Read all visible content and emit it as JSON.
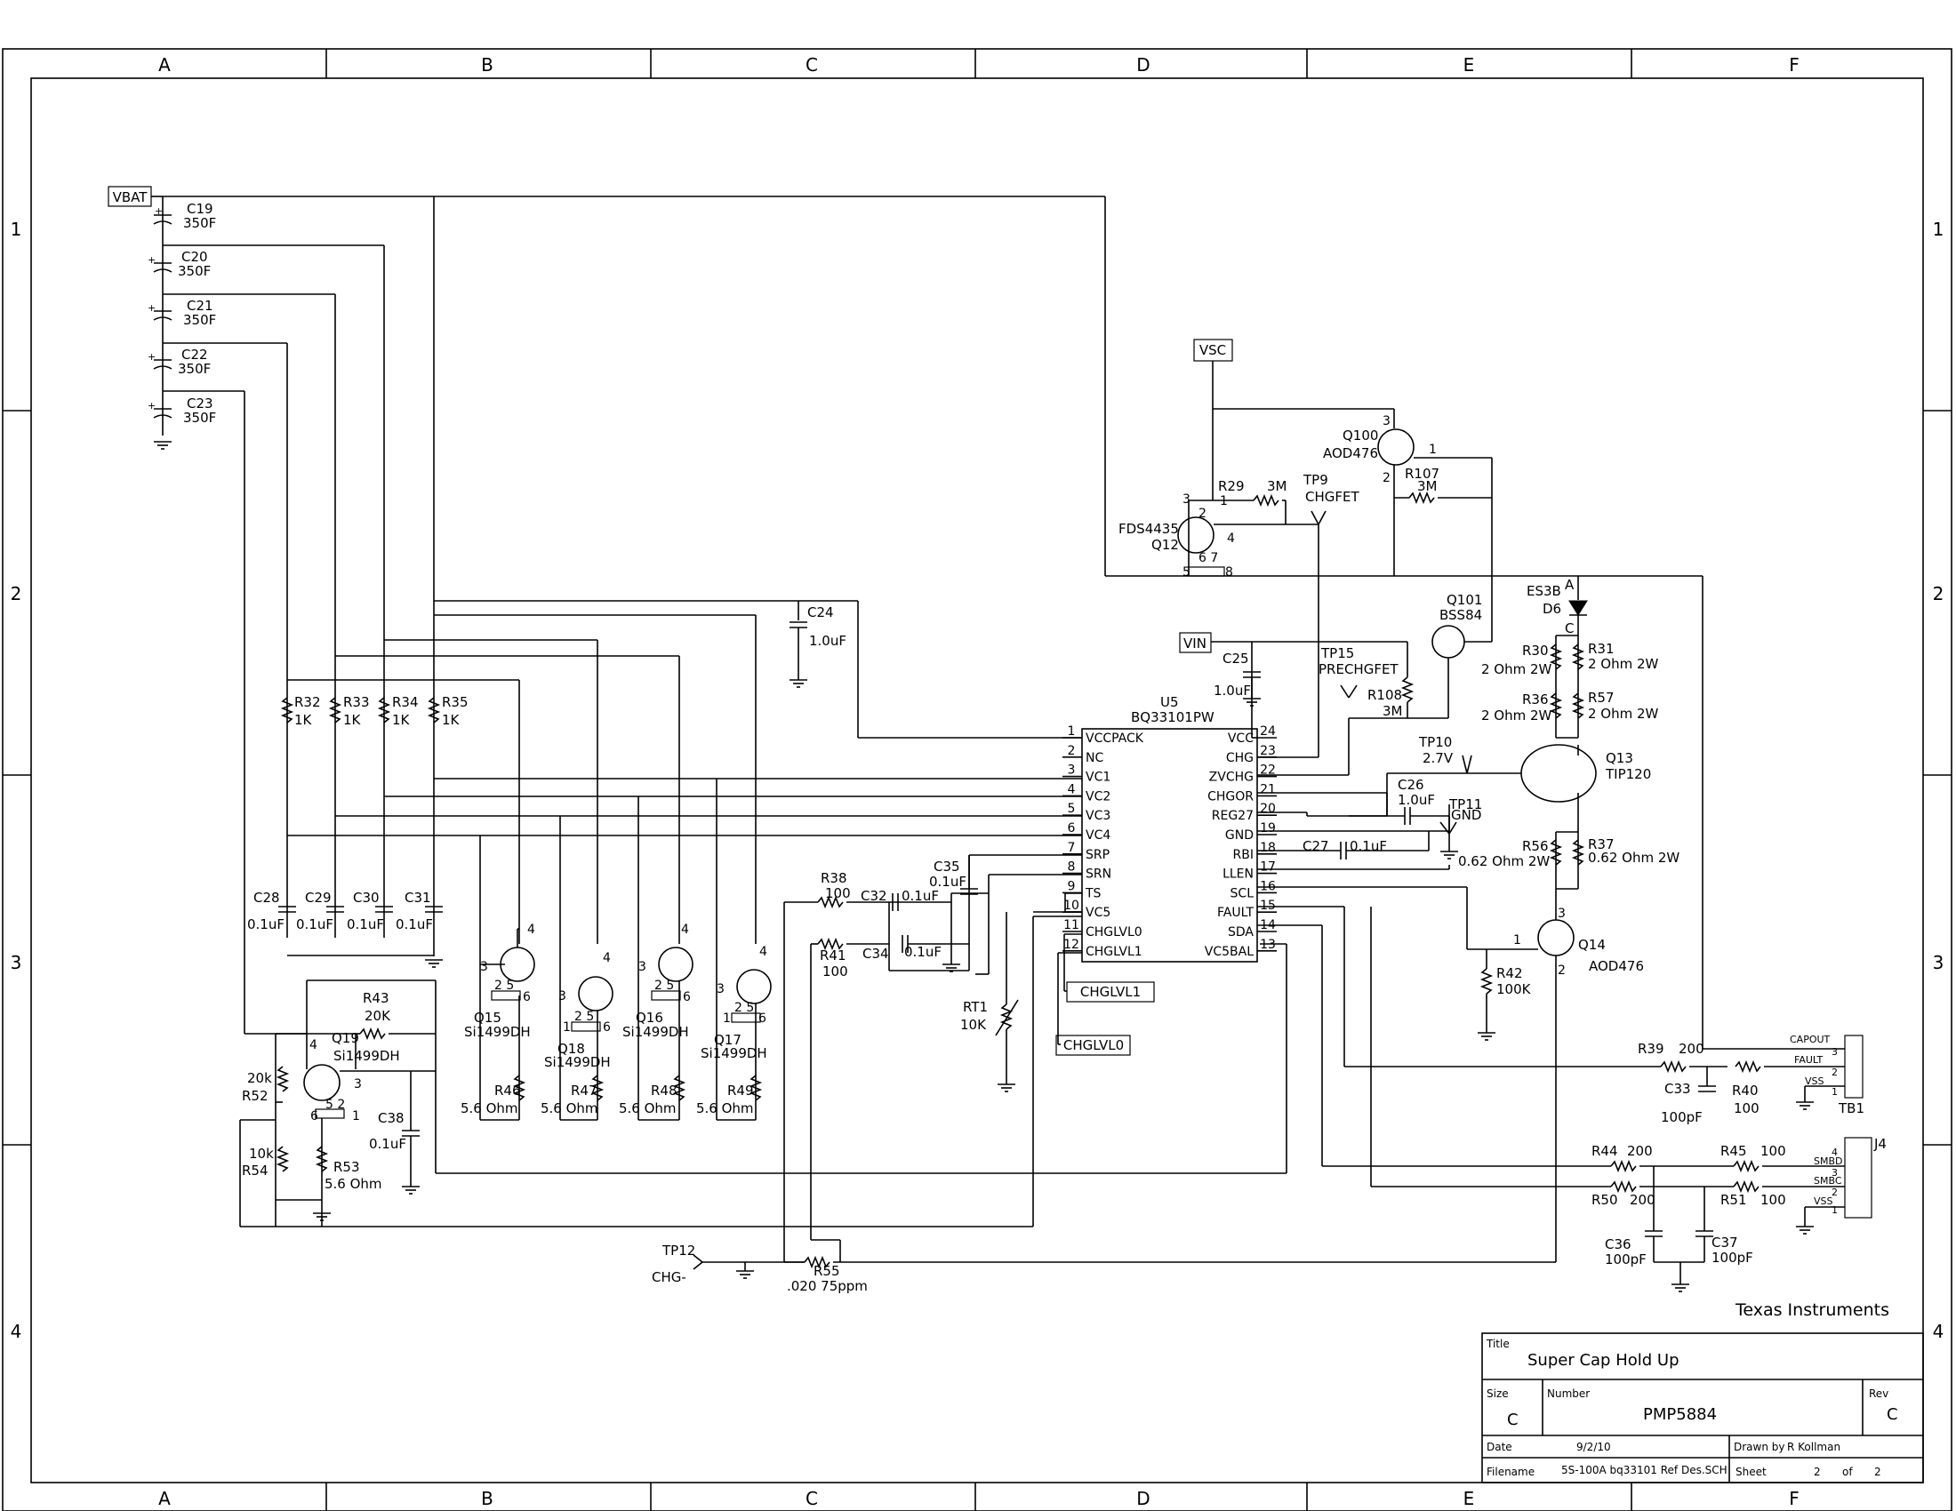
{
  "border": {
    "cols": [
      "A",
      "B",
      "C",
      "D",
      "E",
      "F"
    ],
    "rows": [
      "1",
      "2",
      "3",
      "4"
    ]
  },
  "title_block": {
    "title_caption": "Title",
    "title": "Super Cap Hold Up",
    "size_caption": "Size",
    "size": "C",
    "number_caption": "Number",
    "number": "PMP5884",
    "rev_caption": "Rev",
    "rev": "C",
    "date_caption": "Date",
    "date": "9/2/10",
    "drawn_caption": "Drawn by",
    "drawn_by": "R Kollman",
    "filename_caption": "Filename",
    "filename": "5S-100A bq33101 Ref Des.SCH",
    "sheet_caption": "Sheet",
    "sheet": "2",
    "of_caption": "of",
    "of": "2",
    "company": "Texas Instruments"
  },
  "nets": {
    "vbat": "VBAT",
    "vsc": "VSC",
    "vin": "VIN",
    "chglvl1": "CHGLVL1",
    "chglvl0": "CHGLVL0"
  },
  "caps_stack": [
    {
      "ref": "C19",
      "value": "350F"
    },
    {
      "ref": "C20",
      "value": "350F"
    },
    {
      "ref": "C21",
      "value": "350F"
    },
    {
      "ref": "C22",
      "value": "350F"
    },
    {
      "ref": "C23",
      "value": "350F"
    }
  ],
  "sense_resistors": [
    {
      "ref": "R32",
      "value": "1K"
    },
    {
      "ref": "R33",
      "value": "1K"
    },
    {
      "ref": "R34",
      "value": "1K"
    },
    {
      "ref": "R35",
      "value": "1K"
    }
  ],
  "filter_caps": [
    {
      "ref": "C28",
      "value": "0.1uF"
    },
    {
      "ref": "C29",
      "value": "0.1uF"
    },
    {
      "ref": "C30",
      "value": "0.1uF"
    },
    {
      "ref": "C31",
      "value": "0.1uF"
    }
  ],
  "balance_fets": [
    {
      "ref": "Q15",
      "part": "Si1499DH",
      "pins": "2 5",
      "pin6": "6",
      "pin3": "3",
      "pin4": "4"
    },
    {
      "ref": "Q18",
      "part": "Si1499DH",
      "pins": "2 5",
      "pin6": "6",
      "pin3": "3",
      "pin4": "4",
      "pin1": "1"
    },
    {
      "ref": "Q16",
      "part": "Si1499DH",
      "pins": "2 5",
      "pin6": "6",
      "pin3": "3",
      "pin4": "4"
    },
    {
      "ref": "Q17",
      "part": "Si1499DH",
      "pins": "2 5",
      "pin6": "6",
      "pin3": "3",
      "pin4": "4",
      "pin1": "1"
    }
  ],
  "balance_resistors": [
    {
      "ref": "R46",
      "value": "5.6 Ohm"
    },
    {
      "ref": "R47",
      "value": "5.6 Ohm"
    },
    {
      "ref": "R48",
      "value": "5.6 Ohm"
    },
    {
      "ref": "R49",
      "value": "5.6 Ohm"
    }
  ],
  "q19": {
    "ref": "Q19",
    "part": "Si1499DH",
    "pin4": "4",
    "pin3": "3",
    "pins": "5 2",
    "pin6": "6",
    "pin1": "1"
  },
  "r43": {
    "ref": "R43",
    "value": "20K"
  },
  "r52": {
    "ref": "R52",
    "value": "20k"
  },
  "r54": {
    "ref": "R54",
    "value": "10k"
  },
  "r53": {
    "ref": "R53",
    "value": "5.6 Ohm"
  },
  "c38": {
    "ref": "C38",
    "value": "0.1uF"
  },
  "c24": {
    "ref": "C24",
    "value": "1.0uF"
  },
  "c25": {
    "ref": "C25",
    "value": "1.0uF"
  },
  "c26": {
    "ref": "C26",
    "value": "1.0uF"
  },
  "c27": {
    "ref": "C27",
    "value": "0.1uF"
  },
  "c32": {
    "ref": "C32",
    "value": "0.1uF"
  },
  "c34": {
    "ref": "C34",
    "value": "0.1uF"
  },
  "c35": {
    "ref": "C35",
    "value": "0.1uF"
  },
  "c33": {
    "ref": "C33",
    "value": "100pF"
  },
  "c36": {
    "ref": "C36",
    "value": "100pF"
  },
  "c37": {
    "ref": "C37",
    "value": "100pF"
  },
  "r38": {
    "ref": "R38",
    "value": "100"
  },
  "r41": {
    "ref": "R41",
    "value": "100"
  },
  "rt1": {
    "ref": "RT1",
    "value": "10K"
  },
  "r55": {
    "ref": "R55",
    "value": ".020 75ppm"
  },
  "tp12": {
    "ref": "TP12",
    "label": "CHG-"
  },
  "u5": {
    "ref": "U5",
    "part": "BQ33101PW",
    "left_pins": [
      {
        "num": "1",
        "name": "VCCPACK"
      },
      {
        "num": "2",
        "name": "NC"
      },
      {
        "num": "3",
        "name": "VC1"
      },
      {
        "num": "4",
        "name": "VC2"
      },
      {
        "num": "5",
        "name": "VC3"
      },
      {
        "num": "6",
        "name": "VC4"
      },
      {
        "num": "7",
        "name": "SRP"
      },
      {
        "num": "8",
        "name": "SRN"
      },
      {
        "num": "9",
        "name": "TS"
      },
      {
        "num": "10",
        "name": "VC5"
      },
      {
        "num": "11",
        "name": "CHGLVL0"
      },
      {
        "num": "12",
        "name": "CHGLVL1"
      }
    ],
    "right_pins": [
      {
        "num": "24",
        "name": "VCC"
      },
      {
        "num": "23",
        "name": "CHG"
      },
      {
        "num": "22",
        "name": "ZVCHG"
      },
      {
        "num": "21",
        "name": "CHGOR"
      },
      {
        "num": "20",
        "name": "REG27"
      },
      {
        "num": "19",
        "name": "GND"
      },
      {
        "num": "18",
        "name": "RBI"
      },
      {
        "num": "17",
        "name": "LLEN"
      },
      {
        "num": "16",
        "name": "SCL"
      },
      {
        "num": "15",
        "name": "FAULT"
      },
      {
        "num": "14",
        "name": "SDA"
      },
      {
        "num": "13",
        "name": "VC5BAL"
      }
    ]
  },
  "q100": {
    "ref": "Q100",
    "part": "AOD476",
    "pin3": "3",
    "pin1": "1",
    "pin2": "2"
  },
  "r107": {
    "ref": "R107",
    "value": "3M"
  },
  "r29": {
    "ref": "R29",
    "value": "3M",
    "pin1": "1"
  },
  "tp9": {
    "ref": "TP9",
    "label": "CHGFET"
  },
  "q12": {
    "ref": "Q12",
    "part": "FDS4435",
    "pin3": "3",
    "pin2": "2",
    "pin4": "4",
    "pin5": "5",
    "pins67": "6 7",
    "pin8": "8",
    "pin1": "1"
  },
  "q101": {
    "ref": "Q101",
    "part": "BSS84"
  },
  "tp15": {
    "ref": "TP15",
    "label": "PRECHGFET"
  },
  "r108": {
    "ref": "R108",
    "value": "3M"
  },
  "d6": {
    "ref": "D6",
    "part": "ES3B",
    "anode": "A",
    "cathode": "C"
  },
  "r30": {
    "ref": "R30",
    "value": "2 Ohm 2W"
  },
  "r31": {
    "ref": "R31",
    "value": "2 Ohm 2W"
  },
  "r36": {
    "ref": "R36",
    "value": "2 Ohm 2W"
  },
  "r57": {
    "ref": "R57",
    "value": "2 Ohm 2W"
  },
  "tp10": {
    "ref": "TP10",
    "label": "2.7V"
  },
  "tp11": {
    "ref": "TP11",
    "label": "GND"
  },
  "q13": {
    "ref": "Q13",
    "part": "TIP120"
  },
  "r56": {
    "ref": "R56",
    "value": "0.62 Ohm 2W"
  },
  "r37": {
    "ref": "R37",
    "value": "0.62 Ohm 2W"
  },
  "q14": {
    "ref": "Q14",
    "part": "AOD476",
    "pin3": "3",
    "pin1": "1",
    "pin2": "2"
  },
  "r42": {
    "ref": "R42",
    "value": "100K"
  },
  "r39": {
    "ref": "R39",
    "value": "200"
  },
  "r40": {
    "ref": "R40",
    "value": "100"
  },
  "r44": {
    "ref": "R44",
    "value": "200"
  },
  "r45": {
    "ref": "R45",
    "value": "100"
  },
  "r50": {
    "ref": "R50",
    "value": "200"
  },
  "r51": {
    "ref": "R51",
    "value": "100"
  },
  "tb1": {
    "ref": "TB1",
    "pins": [
      {
        "name": "CAPOUT",
        "num": "3"
      },
      {
        "name": "FAULT",
        "num": "2"
      },
      {
        "name": "VSS",
        "num": "1"
      }
    ]
  },
  "j4": {
    "ref": "J4",
    "pins": [
      {
        "name": "SMBD",
        "num": "4"
      },
      {
        "name": "SMBC",
        "num": "3"
      },
      {
        "name": "VSS",
        "num": "2"
      },
      {
        "name": "",
        "num": "1"
      }
    ]
  }
}
